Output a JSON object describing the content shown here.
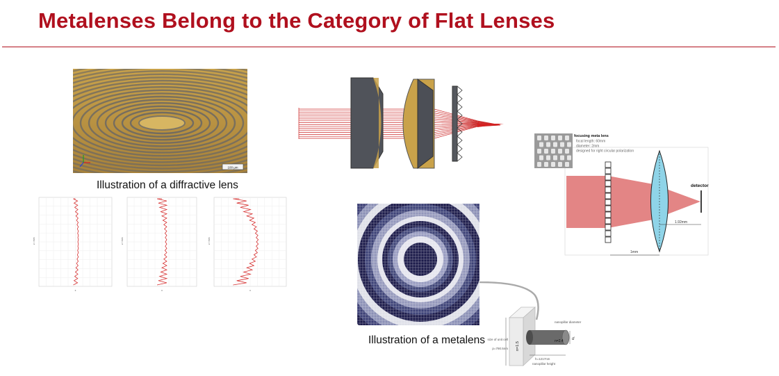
{
  "slide": {
    "title": "Metalenses Belong to the Category of Flat Lenses",
    "accent_color": "#b0101e"
  },
  "diffractive": {
    "caption": "Illustration of a diffractive lens",
    "scale_bar": "100 µm"
  },
  "metalens": {
    "caption": "Illustration of a metalens",
    "unit_cell": {
      "period_label": "size of unit cell",
      "period_value": "p=790.5nm",
      "pillar_index": "n=2.4",
      "substrate_index": "n=1.5",
      "height": "h=1217nm",
      "height_label": "nanopillar height",
      "diameter_label": "nanopillar diameter",
      "diameter_symbol": "d"
    }
  },
  "focusing_diagram": {
    "heading": "focusing meta lens",
    "bullets": [
      "focal length: 60mm",
      "diameter: 2mm",
      "designed for right circular polarization"
    ],
    "detector": "detector",
    "dim_distance": "1mm",
    "dim_focal": "1.92mm"
  },
  "plots": {
    "y_label": "z / mm",
    "x_label": "x"
  }
}
